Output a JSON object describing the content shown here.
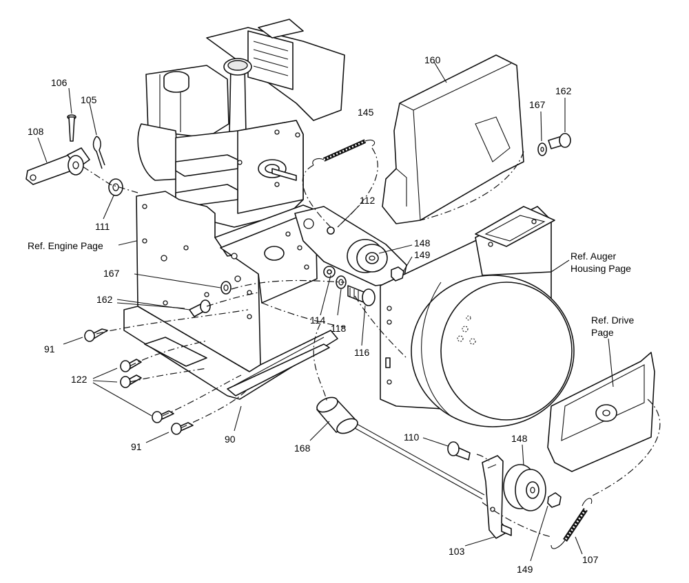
{
  "labels": {
    "p106": "106",
    "p105": "105",
    "p108": "108",
    "p111": "111",
    "p145": "145",
    "p160": "160",
    "p162a": "162",
    "p167a": "167",
    "p112": "112",
    "p148a": "148",
    "p149a": "149",
    "p167b": "167",
    "p162b": "162",
    "p114": "114",
    "p118": "118",
    "p116": "116",
    "p91a": "91",
    "p122": "122",
    "p91b": "91",
    "p90": "90",
    "p168": "168",
    "p110": "110",
    "p148b": "148",
    "p103": "103",
    "p149b": "149",
    "p107": "107"
  },
  "references": {
    "engine": "Ref. Engine Page",
    "auger_line1": "Ref. Auger",
    "auger_line2": "Housing Page",
    "drive_line1": "Ref. Drive",
    "drive_line2": "Page"
  }
}
